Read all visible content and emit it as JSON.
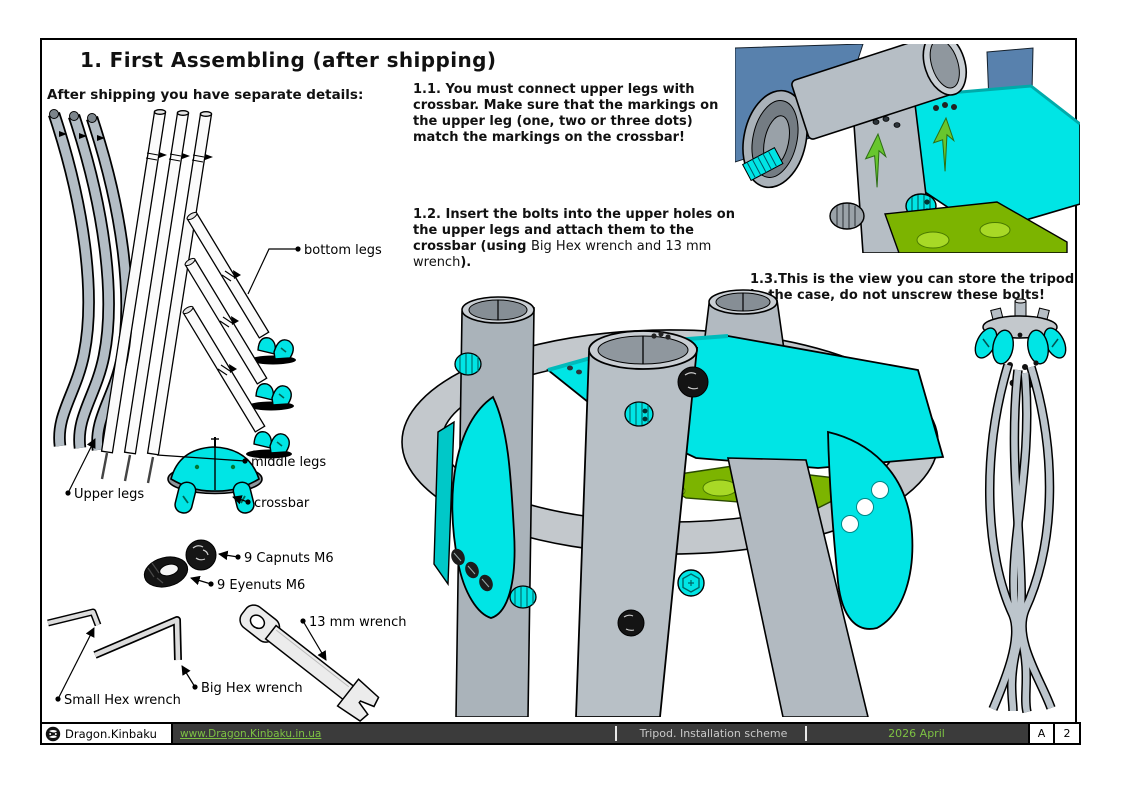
{
  "page": {
    "title": "1. First Assembling (after shipping)",
    "intro": "After shipping you have separate details:"
  },
  "parts_labels": {
    "bottom_legs": "bottom legs",
    "middle_legs": "middle legs",
    "upper_legs": "Upper legs",
    "crossbar": "crossbar",
    "capnuts": "9 Capnuts M6",
    "eyenuts": "9 Eyenuts M6",
    "wrench_13mm": "13 mm wrench",
    "big_hex_wrench": "Big Hex wrench",
    "small_hex_wrench": "Small Hex wrench"
  },
  "steps": {
    "step_1_1": "1.1. You must connect upper legs with crossbar. Make sure that the markings on the upper leg (one, two or three dots) match the markings on the crossbar!",
    "step_1_2_bold_start": "1.2. Insert the bolts into the upper holes on the upper legs and attach them to the crossbar (using ",
    "step_1_2_regular": "Big Hex wrench and 13 mm wrench",
    "step_1_2_bold_end": ").",
    "step_1_3": "1.3.This is the view you can store the tripod in the case, do not unscrew these bolts!"
  },
  "footer": {
    "brand": "Dragon.Kinbaku",
    "brand_logo_icon": "dragon-roundel-icon",
    "website": "www.Dragon.Kinbaku.in.ua",
    "document_title": "Tripod. Installation scheme",
    "date": "2026 April",
    "sheet_revision": "A",
    "sheet_number": "2"
  },
  "colors": {
    "part_cyan": "#00E5E5",
    "metal_gray": "#B6BEC5",
    "plate_green": "#7CB400",
    "arrow_green": "#68C62E",
    "background_blue": "#5881AD",
    "footer_bar": "#3B3B3B",
    "footer_accent_green": "#7DC243"
  }
}
